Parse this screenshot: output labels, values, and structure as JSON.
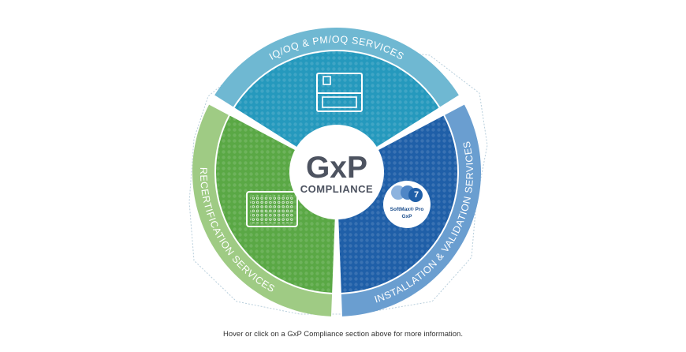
{
  "hub": {
    "title": "GxP",
    "subtitle": "COMPLIANCE"
  },
  "segments": {
    "iq": {
      "label": "IQ/OQ & PM/OQ SERVICES",
      "color_outer": "#6fb8d2",
      "color_inner": "#2599bd"
    },
    "recert": {
      "label": "RECERTIFICATION SERVICES",
      "color_outer": "#9fcb84",
      "color_inner": "#5aa845"
    },
    "install": {
      "label": "INSTALLATION & VALIDATION SERVICES",
      "color_outer": "#6a9ed0",
      "color_inner": "#1f5fa8"
    }
  },
  "badge": {
    "line1": "SoftMax® Pro",
    "line2": "GxP",
    "icon": "softmax-pro-gxp-logo"
  },
  "caption": "Hover or click on a GxP Compliance section above for more information."
}
